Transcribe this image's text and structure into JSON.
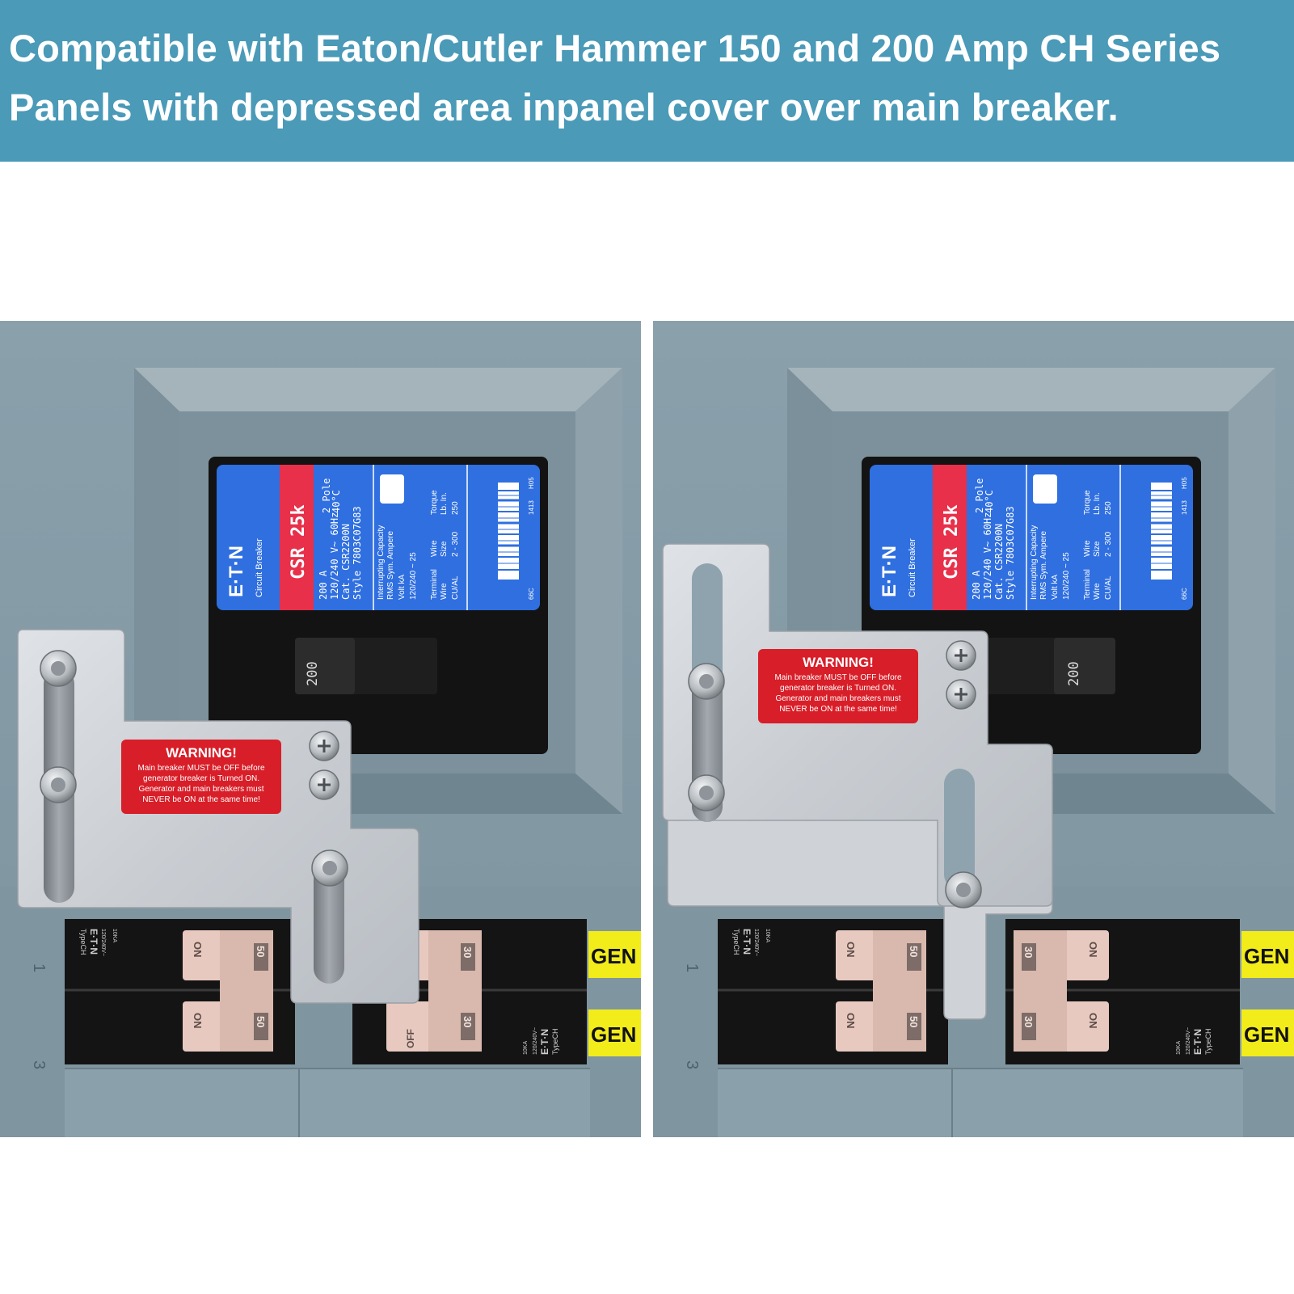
{
  "banner": {
    "line1": "Compatible with Eaton/Cutler Hammer 150 and 200 Amp CH Series",
    "line2": "Panels with depressed area inpanel cover over main breaker.",
    "background": "#4a9ab8"
  },
  "photos": [
    {
      "state": "main-breaker-on",
      "main_breaker": {
        "brand": "E·T·N",
        "type": "Circuit Breaker",
        "model": "CSR 25k",
        "poles": "2 Pole",
        "temp": "40°C",
        "amps_line": "200 A",
        "voltage_line": "120/240 V~  60Hz",
        "cat_line": "Cat.  CSR2200N",
        "style_line": "Style 7803C07G83",
        "interrupting": "Interrupting Capacity",
        "rms": "RMS Sym. Ampere",
        "volt_ka": "Volt         kA",
        "rating": "120/240 ~  25",
        "torque": "Torque",
        "lb_in": "Lb. In.",
        "torque_val": "250",
        "wire": "Wire",
        "size": "Size",
        "wire_range": "2 - 300",
        "terminal": "Terminal",
        "terminal_wire": "Wire",
        "cu_al": "CU/AL",
        "barcode_top": "H05",
        "barcode_num": "1413",
        "barcode_bottom": "66C",
        "handle_label": "200"
      },
      "warning": {
        "title": "WARNING!",
        "line1": "Main breaker MUST be OFF before",
        "line2": "generator breaker is Turned ON.",
        "line3": "Generator and main breakers must",
        "line4": "NEVER be ON at the same time!"
      },
      "left_breaker": {
        "top_state": "ON",
        "top_rating": "50",
        "bottom_state": "ON",
        "bottom_rating": "50",
        "type": "TypeCH",
        "ka": "10KA",
        "volts": "120/240V~",
        "brand": "E·T·N"
      },
      "right_breaker": {
        "top_rating": "30",
        "bottom_state": "OFF",
        "bottom_rating": "30",
        "type": "TypeCH",
        "ka": "10KA",
        "volts": "120/240V~",
        "brand": "E·T·N"
      },
      "slot_numbers": [
        "1",
        "3"
      ],
      "gen_labels": [
        "GEN",
        "GEN"
      ]
    },
    {
      "state": "generator-on",
      "main_breaker": {
        "brand": "E·T·N",
        "type": "Circuit Breaker",
        "model": "CSR 25k",
        "poles": "2 Pole",
        "temp": "40°C",
        "amps_line": "200 A",
        "voltage_line": "120/240 V~  60Hz",
        "cat_line": "Cat.  CSR2200N",
        "style_line": "Style 7803C07G83",
        "interrupting": "Interrupting Capacity",
        "rms": "RMS Sym. Ampere",
        "volt_ka": "Volt         kA",
        "rating": "120/240 ~  25",
        "torque": "Torque",
        "lb_in": "Lb. In.",
        "torque_val": "250",
        "wire": "Wire",
        "size": "Size",
        "wire_range": "2 - 300",
        "terminal": "Terminal",
        "terminal_wire": "Wire",
        "cu_al": "CU/AL",
        "barcode_top": "H05",
        "barcode_num": "1413",
        "barcode_bottom": "66C",
        "handle_label": "200"
      },
      "warning": {
        "title": "WARNING!",
        "line1": "Main breaker MUST be OFF before",
        "line2": "generator breaker is Turned ON.",
        "line3": "Generator and main breakers must",
        "line4": "NEVER be ON at the same time!"
      },
      "left_breaker": {
        "top_state": "ON",
        "top_rating": "50",
        "bottom_state": "ON",
        "bottom_rating": "50",
        "type": "TypeCH",
        "ka": "10KA",
        "volts": "120/240V~",
        "brand": "E·T·N"
      },
      "right_breaker": {
        "top_state": "ON",
        "top_rating": "30",
        "bottom_state": "ON",
        "bottom_rating": "30",
        "type": "TypeCH",
        "ka": "10KA",
        "volts": "120/240V~",
        "brand": "E·T·N"
      },
      "slot_numbers": [
        "1",
        "3"
      ],
      "gen_labels": [
        "GEN",
        "GEN"
      ]
    }
  ]
}
